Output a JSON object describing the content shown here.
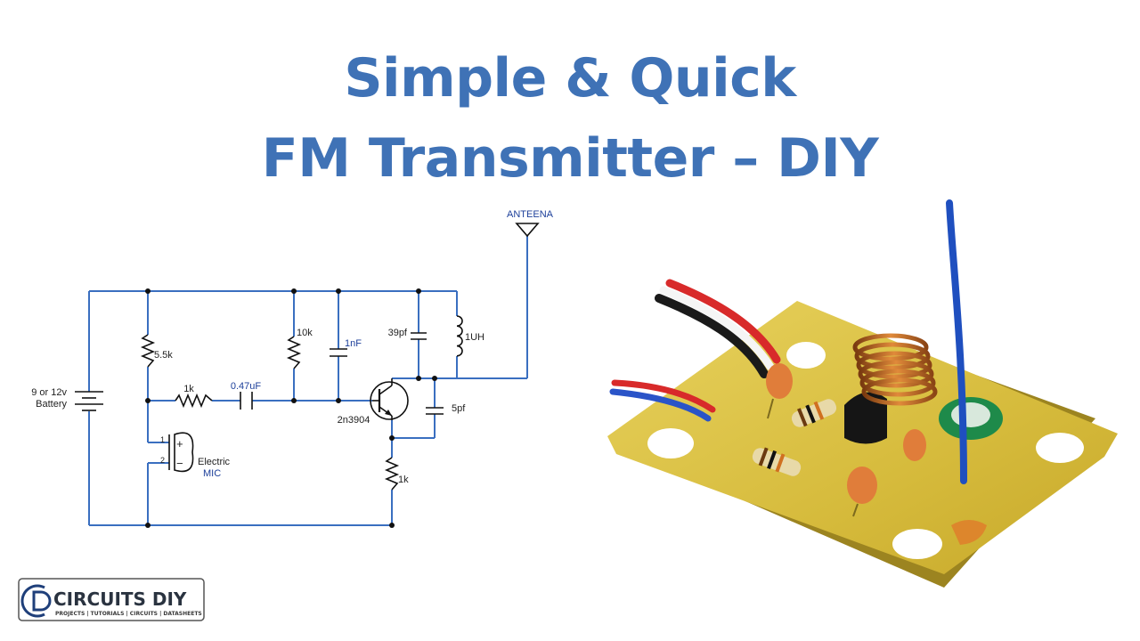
{
  "header": {
    "title_line1": "Simple & Quick",
    "title_line2": "FM Transmitter – DIY"
  },
  "schematic": {
    "antenna": "ANTEENA",
    "battery_line1": "9 or 12v",
    "battery_line2": "Battery",
    "r1": "5.5k",
    "r2": "1k",
    "c1": "0.47uF",
    "r3": "10k",
    "c2": "1nF",
    "c3": "39pf",
    "l1": "1UH",
    "c4": "5pf",
    "transistor": "2n3904",
    "r4": "1k",
    "mic_pin1": "1",
    "mic_pin2": "2",
    "mic_plus": "+",
    "mic_minus": "−",
    "mic_line1": "Electric",
    "mic_line2": "MIC"
  },
  "logo": {
    "brand": "CIRCUITS DIY",
    "tagline": "PROJECTS | TUTORIALS | CIRCUITS | DATASHEETS"
  },
  "colors": {
    "title": "#3f72b6",
    "wire": "#3a6fc0",
    "pcb": "#dcc24a"
  }
}
